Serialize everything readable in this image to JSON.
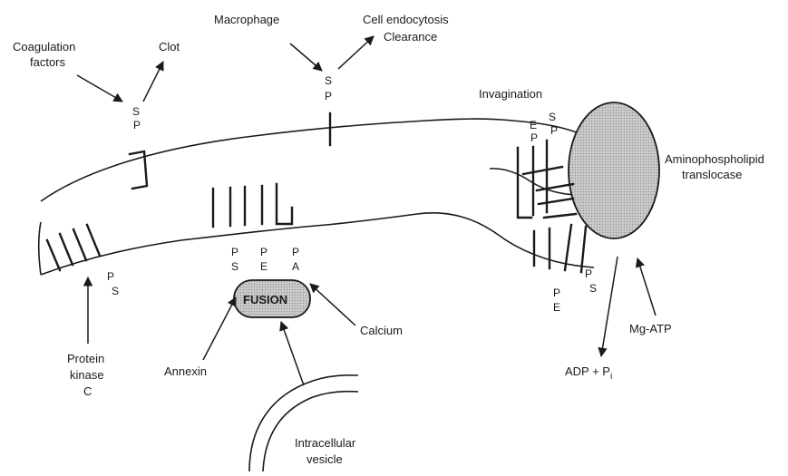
{
  "labels": {
    "coagulation_1": "Coagulation",
    "coagulation_2": "factors",
    "clot": "Clot",
    "macrophage": "Macrophage",
    "endocytosis_1": "Cell endocytosis",
    "endocytosis_2": "Clearance",
    "invagination": "Invagination",
    "aminophospholipid": "Aminophospholipid",
    "translocase": "translocase",
    "protein_kinase_1": "Protein",
    "protein_kinase_2": "kinase",
    "protein_kinase_3": "C",
    "fusion": "FUSION",
    "annexin": "Annexin",
    "calcium": "Calcium",
    "mg_atp": "Mg-ATP",
    "adp": "ADP + P",
    "adp_sub": "i",
    "intracellular_1": "Intracellular",
    "intracellular_2": "vesicle"
  },
  "lipids": {
    "sp_left": [
      "S",
      "P"
    ],
    "sp_mid": [
      "S",
      "P"
    ],
    "ep_top": [
      "E",
      "P"
    ],
    "sp_top": [
      "S",
      "P"
    ],
    "ps_left": [
      "P",
      "S"
    ],
    "ps_center": [
      "P",
      "S"
    ],
    "pe_center": [
      "P",
      "E"
    ],
    "pa_center": [
      "P",
      "A"
    ],
    "pe_bottom": [
      "P",
      "E"
    ],
    "ps_bottom": [
      "P",
      "S"
    ]
  }
}
